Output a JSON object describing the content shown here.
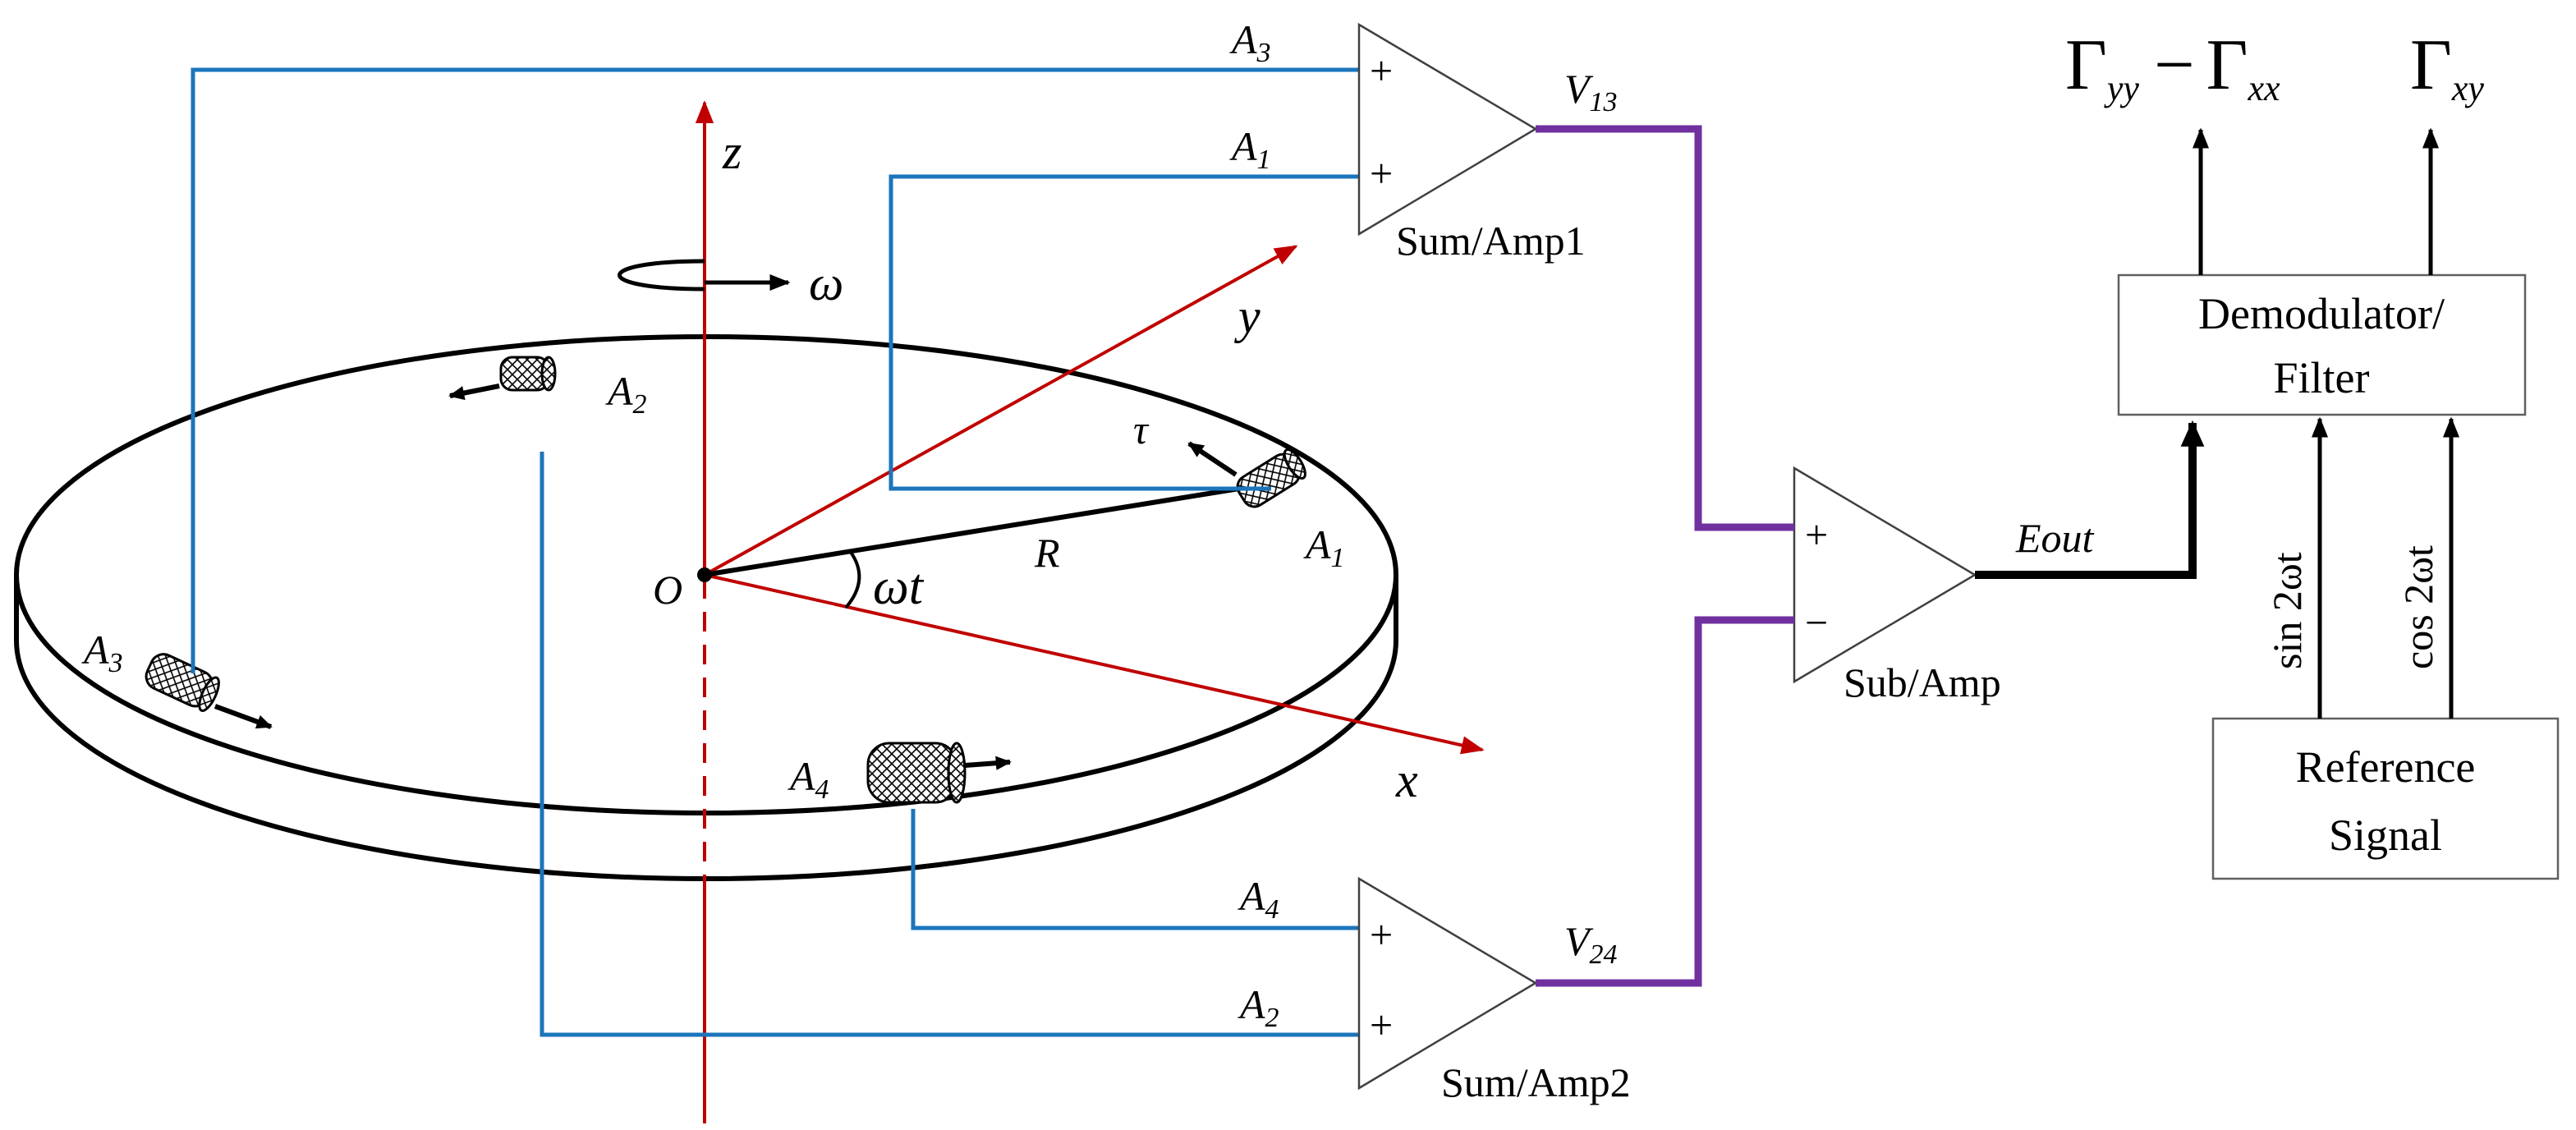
{
  "colors": {
    "wire": "#1b75bc",
    "axis": "#c00000",
    "sum_wire": "#7030a0",
    "signal": "#000000"
  },
  "axes": {
    "z": "z",
    "y": "y",
    "x": "x",
    "origin": "O",
    "rotation": "ω"
  },
  "disk": {
    "radius": "R",
    "angle_main": "ωt",
    "tangent": "τ"
  },
  "sensors": [
    {
      "base": "A",
      "index": "1"
    },
    {
      "base": "A",
      "index": "2"
    },
    {
      "base": "A",
      "index": "3"
    },
    {
      "base": "A",
      "index": "4"
    }
  ],
  "wire_labels": {
    "a3": {
      "base": "A",
      "index": "3"
    },
    "a1": {
      "base": "A",
      "index": "1"
    },
    "a4": {
      "base": "A",
      "index": "4"
    },
    "a2": {
      "base": "A",
      "index": "2"
    }
  },
  "amplifiers": {
    "sum1": {
      "name": "Sum/Amp1",
      "output_base": "V",
      "output_index": "13",
      "in_top": "+",
      "in_bottom": "+"
    },
    "sum2": {
      "name": "Sum/Amp2",
      "output_base": "V",
      "output_index": "24",
      "in_top": "+",
      "in_bottom": "+"
    },
    "sub": {
      "name": "Sub/Amp",
      "output": "Eout",
      "in_top": "+",
      "in_bottom": "−"
    }
  },
  "demodulator": {
    "line1": "Demodulator/",
    "line2": "Filter"
  },
  "reference": {
    "line1": "Reference",
    "line2": "Signal"
  },
  "ref_signals": {
    "sin": "sin 2ωt",
    "cos": "cos 2ωt"
  },
  "outputs": {
    "left": {
      "g1": "Γ",
      "s1": "yy",
      "minus": "−",
      "g2": "Γ",
      "s2": "xx"
    },
    "right": {
      "g": "Γ",
      "s": "xy"
    }
  }
}
